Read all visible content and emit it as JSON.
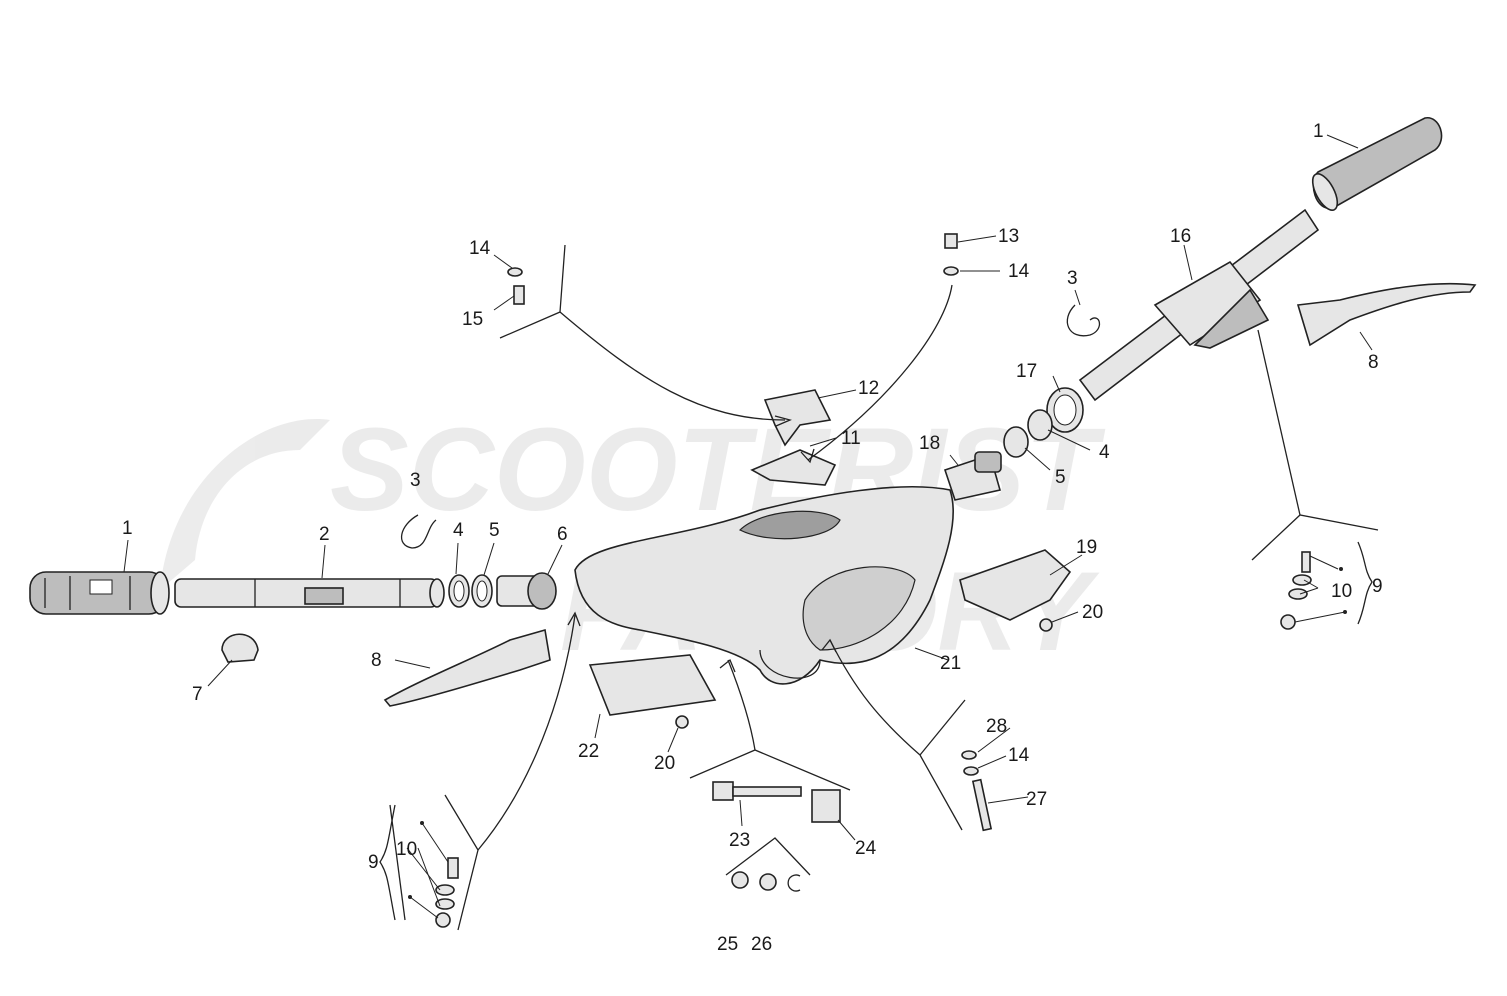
{
  "watermark": {
    "line1": "SCOOTERIST",
    "line2": "FACTORY"
  },
  "labels": [
    {
      "id": "l1a",
      "text": "1"
    },
    {
      "id": "l2",
      "text": "2"
    },
    {
      "id": "l3a",
      "text": "3"
    },
    {
      "id": "l4a",
      "text": "4"
    },
    {
      "id": "l5a",
      "text": "5"
    },
    {
      "id": "l6",
      "text": "6"
    },
    {
      "id": "l7",
      "text": "7"
    },
    {
      "id": "l8a",
      "text": "8"
    },
    {
      "id": "l9a",
      "text": "9"
    },
    {
      "id": "l10a",
      "text": "10"
    },
    {
      "id": "l11",
      "text": "11"
    },
    {
      "id": "l12",
      "text": "12"
    },
    {
      "id": "l13",
      "text": "13"
    },
    {
      "id": "l14a",
      "text": "14"
    },
    {
      "id": "l14b",
      "text": "14"
    },
    {
      "id": "l14c",
      "text": "14"
    },
    {
      "id": "l15",
      "text": "15"
    },
    {
      "id": "l16",
      "text": "16"
    },
    {
      "id": "l17",
      "text": "17"
    },
    {
      "id": "l18",
      "text": "18"
    },
    {
      "id": "l19",
      "text": "19"
    },
    {
      "id": "l20a",
      "text": "20"
    },
    {
      "id": "l20b",
      "text": "20"
    },
    {
      "id": "l21",
      "text": "21"
    },
    {
      "id": "l22",
      "text": "22"
    },
    {
      "id": "l23",
      "text": "23"
    },
    {
      "id": "l24",
      "text": "24"
    },
    {
      "id": "l25",
      "text": "25"
    },
    {
      "id": "l26",
      "text": "26"
    },
    {
      "id": "l27",
      "text": "27"
    },
    {
      "id": "l28",
      "text": "28"
    },
    {
      "id": "l1b",
      "text": "1"
    },
    {
      "id": "l3b",
      "text": "3"
    },
    {
      "id": "l4b",
      "text": "4"
    },
    {
      "id": "l5b",
      "text": "5"
    },
    {
      "id": "l8b",
      "text": "8"
    },
    {
      "id": "l9b",
      "text": "9"
    },
    {
      "id": "l10b",
      "text": "10"
    }
  ]
}
